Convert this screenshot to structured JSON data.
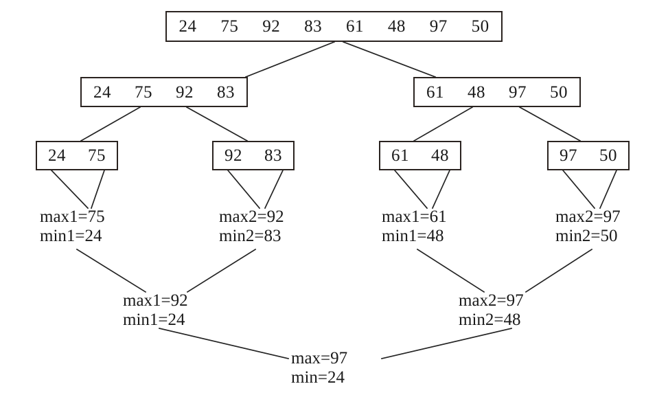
{
  "diagram": {
    "title": "Divide and conquer max/min recursion tree",
    "colors": {
      "box_border": "#2a2320",
      "edge": "#242424",
      "text": "#1a1a1a",
      "background": "#ffffff"
    },
    "levels": {
      "root": {
        "label": "root-array",
        "values": [
          "24",
          "75",
          "92",
          "83",
          "61",
          "48",
          "97",
          "50"
        ]
      },
      "level2": [
        {
          "label": "left-half",
          "values": [
            "24",
            "75",
            "92",
            "83"
          ]
        },
        {
          "label": "right-half",
          "values": [
            "61",
            "48",
            "97",
            "50"
          ]
        }
      ],
      "level3": [
        {
          "label": "pair-1",
          "values": [
            "24",
            "75"
          ]
        },
        {
          "label": "pair-2",
          "values": [
            "92",
            "83"
          ]
        },
        {
          "label": "pair-3",
          "values": [
            "61",
            "48"
          ]
        },
        {
          "label": "pair-4",
          "values": [
            "97",
            "50"
          ]
        }
      ],
      "leaf_results": [
        {
          "label": "leaf-result-1",
          "max": "max1=75",
          "min": "min1=24"
        },
        {
          "label": "leaf-result-2",
          "max": "max2=92",
          "min": "min2=83"
        },
        {
          "label": "leaf-result-3",
          "max": "max1=61",
          "min": "min1=48"
        },
        {
          "label": "leaf-result-4",
          "max": "max2=97",
          "min": "min2=50"
        }
      ],
      "merge_results": [
        {
          "label": "merge-result-left",
          "max": "max1=92",
          "min": "min1=24"
        },
        {
          "label": "merge-result-right",
          "max": "max2=97",
          "min": "min2=48"
        }
      ],
      "final_result": {
        "label": "final-result",
        "max": "max=97",
        "min": "min=24"
      }
    }
  }
}
